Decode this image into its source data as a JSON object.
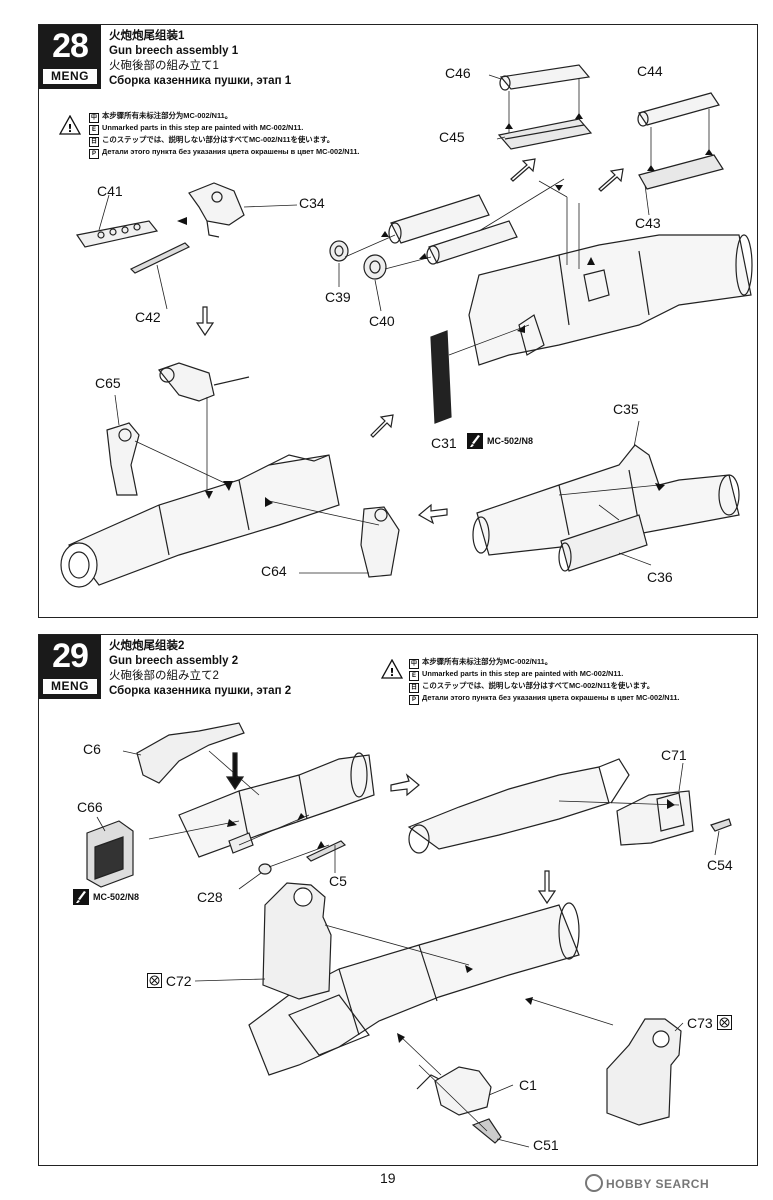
{
  "step28": {
    "number": "28",
    "brand": "MENG",
    "title_zh": "火炮炮尾组装1",
    "title_en": "Gun breech assembly 1",
    "title_ja": "火砲後部の組み立て1",
    "title_ru": "Сборка казенника пушки, этап 1",
    "notes": [
      "本步骤所有未标注部分为MC-002/N11。",
      "Unmarked parts in this step are painted with MC-002/N11.",
      "このステップでは、説明しない部分はすべてMC-002/N11を使います。",
      "Детали этого пункта без указания цвета окрашены в цвет MC-002/N11."
    ],
    "note_flags": [
      "中",
      "E",
      "日",
      "P"
    ],
    "parts": [
      "C46",
      "C44",
      "C45",
      "C43",
      "C41",
      "C34",
      "C42",
      "C39",
      "C40",
      "C65",
      "C31",
      "C35",
      "C64",
      "C36"
    ],
    "paint_c31": "MC-502/N8"
  },
  "step29": {
    "number": "29",
    "brand": "MENG",
    "title_zh": "火炮炮尾组装2",
    "title_en": "Gun breech assembly 2",
    "title_ja": "火砲後部の組み立て2",
    "title_ru": "Сборка казенника пушки, этап 2",
    "notes": [
      "本步骤所有未标注部分为MC-002/N11。",
      "Unmarked parts in this step are painted with MC-002/N11.",
      "このステップでは、説明しない部分はすべてMC-002/N11を使います。",
      "Детали этого пункта без указания цвета окрашены в цвет MC-002/N11."
    ],
    "note_flags": [
      "中",
      "E",
      "日",
      "P"
    ],
    "parts": [
      "C6",
      "C71",
      "C66",
      "C54",
      "C28",
      "C5",
      "C72",
      "C73",
      "C1",
      "C51"
    ],
    "paint_c66": "MC-502/N8"
  },
  "footer": {
    "page_number": "19",
    "watermark": "HOBBY SEARCH"
  },
  "icons": [
    "warning-icon",
    "brush-icon",
    "no-glue-icon",
    "arrow-icon"
  ]
}
